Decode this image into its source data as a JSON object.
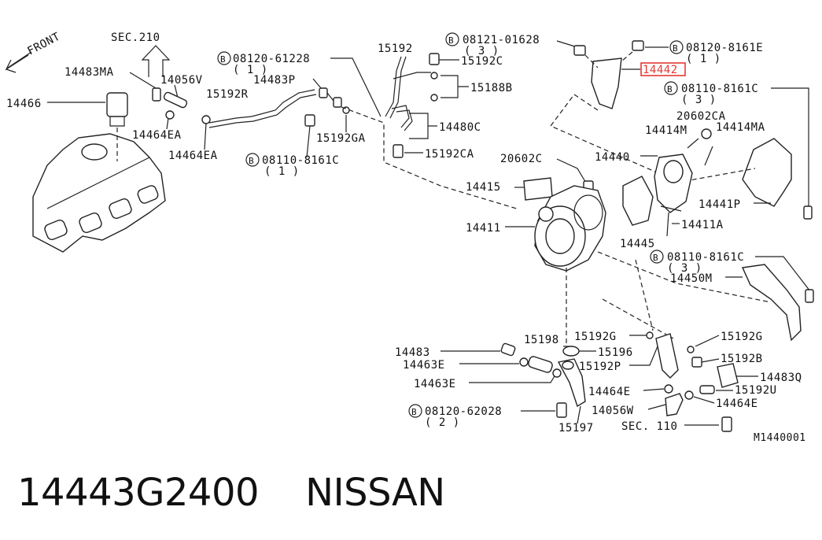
{
  "labels": {
    "front": "FRONT",
    "sec210": "SEC.210",
    "p14483MA": "14483MA",
    "p14056V": "14056V",
    "p14466": "14466",
    "p14464EA_1": "14464EA",
    "p14464EA_2": "14464EA",
    "p15192R": "15192R",
    "b08120_61228": "08120-61228",
    "q1_a": "( 1 )",
    "p14483P": "14483P",
    "p15192": "15192",
    "p15192C": "15192C",
    "p15188B": "15188B",
    "p15192GA": "15192GA",
    "b08110_8161C_1": "08110-8161C",
    "q1_b": "( 1 )",
    "p14480C": "14480C",
    "p15192CA": "15192CA",
    "b08121_01628": "08121-01628",
    "q3_a": "( 3 )",
    "b08120_8161E": "08120-8161E",
    "q1_c": "( 1 )",
    "p14442": "14442",
    "b08110_8161C_2": "08110-8161C",
    "q3_b": "( 3 )",
    "p20602CA": "20602CA",
    "p14414M": "14414M",
    "p14414MA": "14414MA",
    "p14440": "14440",
    "p20602C": "20602C",
    "p14415": "14415",
    "p14441P": "14441P",
    "p14411": "14411",
    "p14411A": "14411A",
    "p14445": "14445",
    "b08110_8161C_3": "08110-8161C",
    "q3_c": "( 3 )",
    "p14450M": "14450M",
    "p15192G_1": "15192G",
    "p15192G_2": "15192G",
    "p15198": "15198",
    "p14483": "14483",
    "p15196": "15196",
    "p14463E_1": "14463E",
    "p15192P": "15192P",
    "p15192B": "15192B",
    "p14483Q": "14483Q",
    "p14463E_2": "14463E",
    "p14464E_1": "14464E",
    "p15192U": "15192U",
    "p14056W": "14056W",
    "p14464E_2": "14464E",
    "b08120_62028": "08120-62028",
    "q2": "( 2 )",
    "p15197": "15197",
    "sec110": "SEC. 110",
    "code": "M1440001",
    "bolt_marker": "B"
  },
  "caption": {
    "part_number": "14443G2400",
    "brand": "NISSAN"
  },
  "colors": {
    "highlight": "#e53935",
    "ink": "#222222"
  }
}
